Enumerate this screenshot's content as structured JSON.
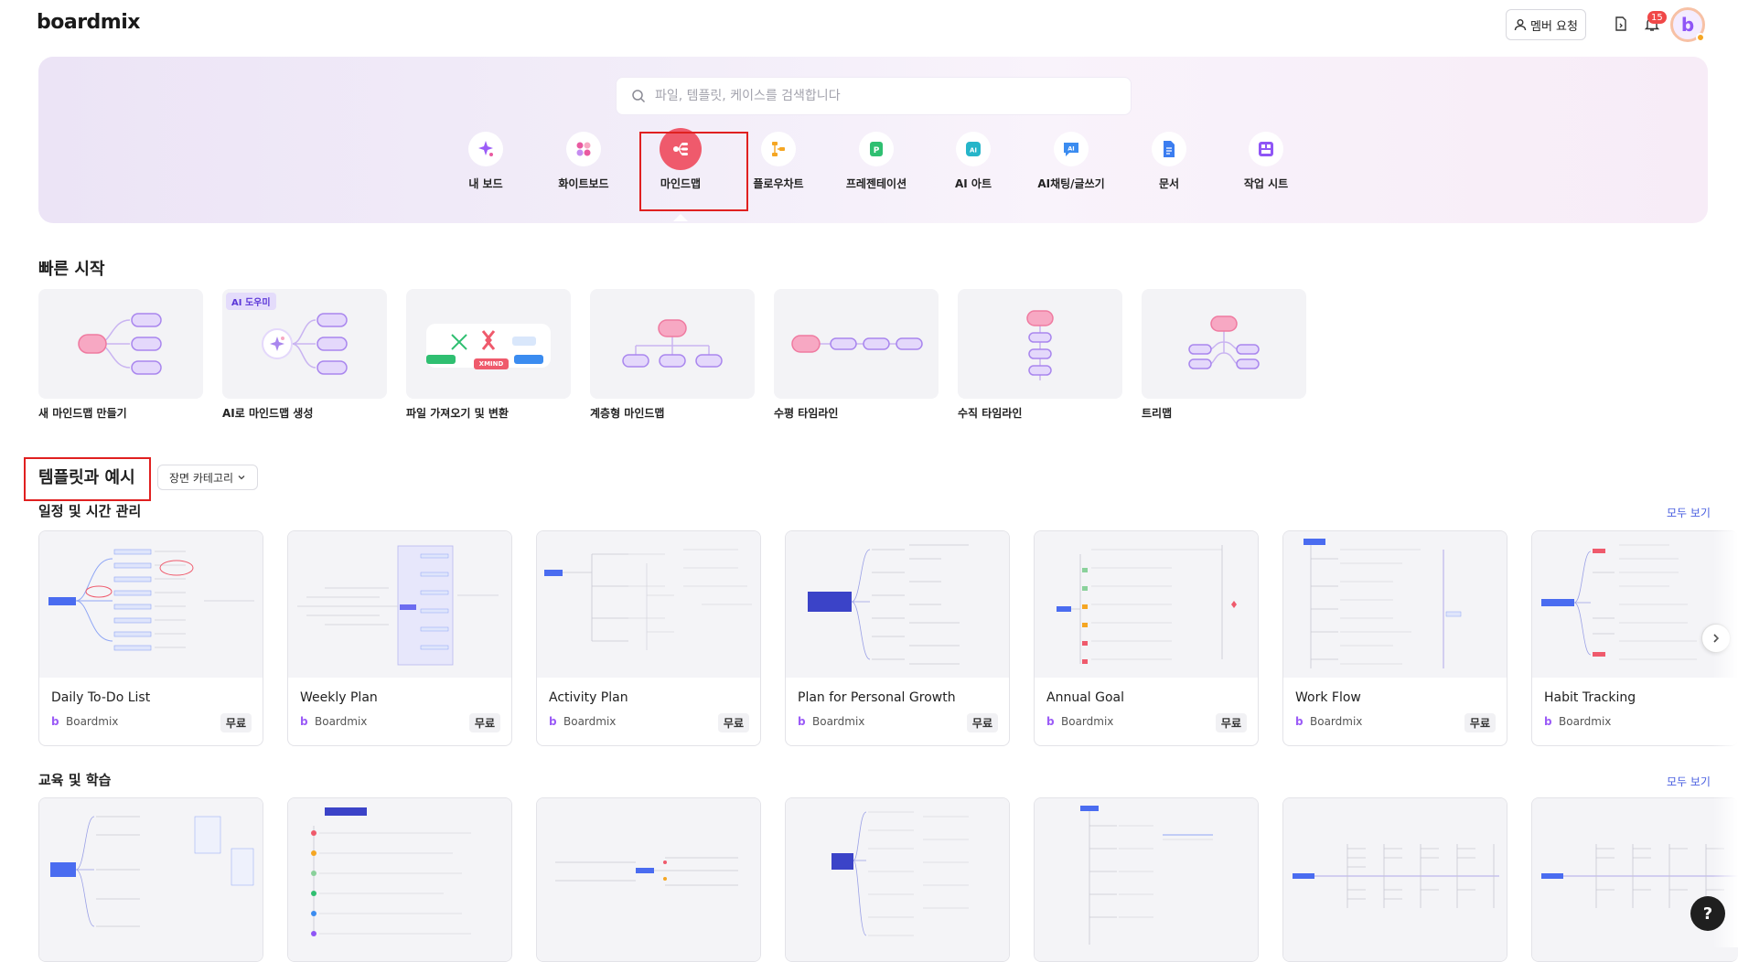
{
  "app": {
    "logo": "boardmix"
  },
  "header": {
    "member_request": "멤버 요청",
    "notification_count": "15",
    "avatar_letter": "b"
  },
  "search": {
    "placeholder": "파일, 템플릿, 케이스를 검색합니다"
  },
  "categories": [
    {
      "label": "내 보드",
      "icon": "sparkle-icon",
      "color": "#9b5cf7"
    },
    {
      "label": "화이트보드",
      "icon": "whiteboard-icon",
      "color": "#e95aa0"
    },
    {
      "label": "마인드맵",
      "icon": "mindmap-icon",
      "color": "#ef5a6c"
    },
    {
      "label": "플로우차트",
      "icon": "flowchart-icon",
      "color": "#f5a623"
    },
    {
      "label": "프레젠테이션",
      "icon": "presentation-icon",
      "color": "#2fbf71"
    },
    {
      "label": "AI 아트",
      "icon": "ai-art-icon",
      "color": "#26b5c9"
    },
    {
      "label": "AI채팅/글쓰기",
      "icon": "ai-chat-icon",
      "color": "#3b8cf0"
    },
    {
      "label": "문서",
      "icon": "document-icon",
      "color": "#3b7df0"
    },
    {
      "label": "작업 시트",
      "icon": "task-sheet-icon",
      "color": "#8f55f6"
    }
  ],
  "quick_start": {
    "title": "빠른 시작",
    "ai_tag": "AI 도우미",
    "xmind_tag": "XMIND",
    "items": [
      {
        "label": "새 마인드맵 만들기"
      },
      {
        "label": "AI로 마인드맵 생성"
      },
      {
        "label": "파일 가져오기 및 변환"
      },
      {
        "label": "계층형 마인드맵"
      },
      {
        "label": "수평 타임라인"
      },
      {
        "label": "수직 타임라인"
      },
      {
        "label": "트리맵"
      }
    ]
  },
  "templates": {
    "title": "템플릿과 예시",
    "dropdown_label": "장면 카테고리",
    "see_all": "모두 보기",
    "section1": {
      "title": "일정 및 시간 관리",
      "cards": [
        {
          "name": "Daily To-Do List",
          "author": "Boardmix",
          "price": "무료"
        },
        {
          "name": "Weekly Plan",
          "author": "Boardmix",
          "price": "무료"
        },
        {
          "name": "Activity Plan",
          "author": "Boardmix",
          "price": "무료"
        },
        {
          "name": "Plan for Personal Growth",
          "author": "Boardmix",
          "price": "무료"
        },
        {
          "name": "Annual Goal",
          "author": "Boardmix",
          "price": "무료"
        },
        {
          "name": "Work Flow",
          "author": "Boardmix",
          "price": "무료"
        },
        {
          "name": "Habit Tracking",
          "author": "Boardmix",
          "price": ""
        }
      ]
    },
    "section2": {
      "title": "교육 및 학습"
    }
  },
  "colors": {
    "accent": "#9b5cf7",
    "highlight": "#e02020",
    "link": "#4a5fe0",
    "node_pink": "#f7a8c3",
    "node_purple": "#b493f0"
  },
  "help_label": "?"
}
